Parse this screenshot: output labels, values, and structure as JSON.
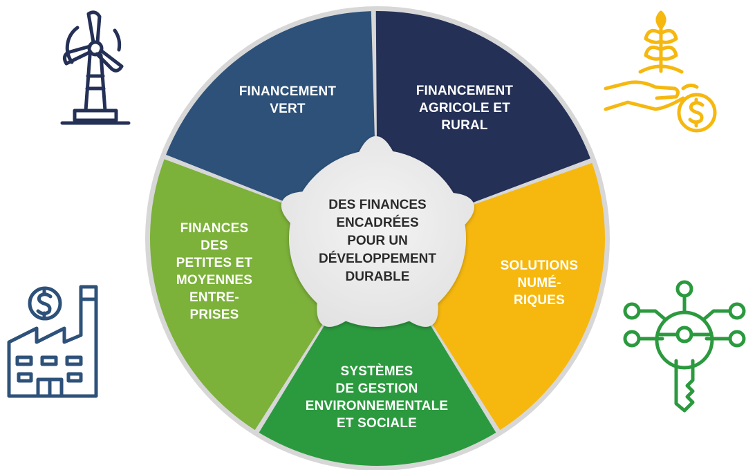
{
  "colors": {
    "navy": "#243056",
    "gold": "#f6b80f",
    "green": "#2b9a3e",
    "lime": "#7cb13a",
    "steel_blue": "#2d5179",
    "center_grey": "#ececec"
  },
  "center": {
    "lines": [
      "DES FINANCES",
      "ENCADRÉES",
      "POUR UN",
      "DÉVELOPPEMENT",
      "DURABLE"
    ]
  },
  "segments": [
    {
      "key": "financement-vert",
      "color": "#243056",
      "lines": [
        "FINANCEMENT",
        "VERT"
      ],
      "icon": "wind-turbine-icon"
    },
    {
      "key": "financement-agricole-rural",
      "color": "#f6b80f",
      "lines": [
        "FINANCEMENT",
        "AGRICOLE ET",
        "RURAL"
      ],
      "icon": "hand-plant-coin-icon"
    },
    {
      "key": "solutions-numeriques",
      "color": "#2b9a3e",
      "lines": [
        "SOLUTIONS",
        "NUMÉ-",
        "RIQUES"
      ],
      "icon": "digital-key-icon"
    },
    {
      "key": "systemes-gestion",
      "color": "#7cb13a",
      "lines": [
        "SYSTÈMES",
        "DE GESTION",
        "ENVIRONNEMENTALE",
        "ET SOCIALE"
      ],
      "icon": null
    },
    {
      "key": "finances-pme",
      "color": "#2d5179",
      "lines": [
        "FINANCES",
        "DES",
        "PETITES ET",
        "MOYENNES",
        "ENTRE-",
        "PRISES"
      ],
      "icon": "factory-coin-icon"
    }
  ]
}
